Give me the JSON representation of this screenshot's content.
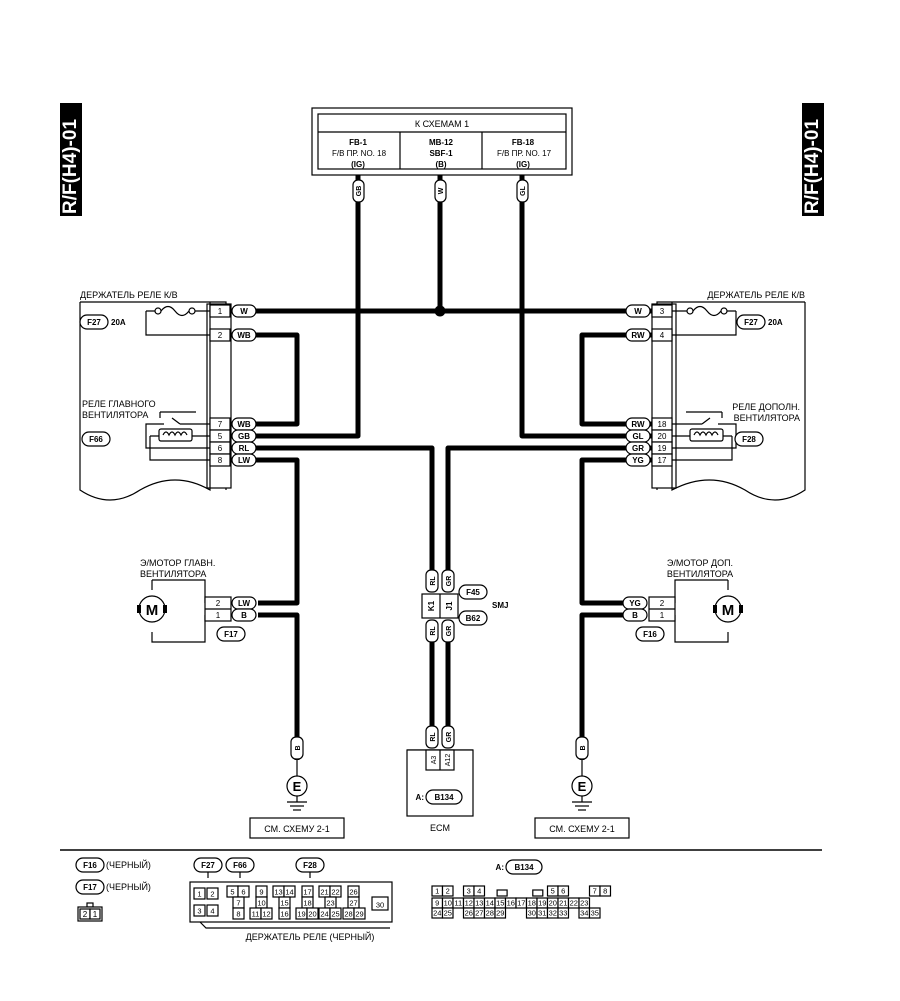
{
  "side_label": "R/F(H4)-01",
  "top_box": {
    "title": "К СХЕМАМ 1",
    "cols": [
      {
        "line1": "FB-1",
        "line2": "F/B  ПР.  NO. 18",
        "line3": "(IG)",
        "wire": "GB"
      },
      {
        "line1": "MB-12",
        "line2": "SBF-1",
        "line3": "(B)",
        "wire": "W"
      },
      {
        "line1": "FB-18",
        "line2": "F/B  ПР.  NO. 17",
        "line3": "(IG)",
        "wire": "GL"
      }
    ]
  },
  "left_holder": {
    "title": "ДЕРЖАТЕЛЬ РЕЛЕ К/В",
    "fuse": "F27",
    "fuse_rating": "20A",
    "relay_label1": "РЕЛЕ ГЛАВНОГО",
    "relay_label2": "ВЕНТИЛЯТОРА",
    "relay_conn": "F66",
    "pins": [
      {
        "pin": "1",
        "wire": "W"
      },
      {
        "pin": "2",
        "wire": "WB"
      },
      {
        "pin": "7",
        "wire": "WB"
      },
      {
        "pin": "5",
        "wire": "GB"
      },
      {
        "pin": "6",
        "wire": "RL"
      },
      {
        "pin": "8",
        "wire": "LW"
      }
    ]
  },
  "right_holder": {
    "title": "ДЕРЖАТЕЛЬ РЕЛЕ К/В",
    "fuse": "F27",
    "fuse_rating": "20A",
    "relay_label1": "РЕЛЕ ДОПОЛН.",
    "relay_label2": "ВЕНТИЛЯТОРА",
    "relay_conn": "F28",
    "pins": [
      {
        "pin": "3",
        "wire": "W"
      },
      {
        "pin": "4",
        "wire": "RW"
      },
      {
        "pin": "18",
        "wire": "RW"
      },
      {
        "pin": "20",
        "wire": "GL"
      },
      {
        "pin": "19",
        "wire": "GR"
      },
      {
        "pin": "17",
        "wire": "YG"
      }
    ]
  },
  "left_motor": {
    "label1": "Э/МОТОР ГЛАВН.",
    "label2": "ВЕНТИЛЯТОРА",
    "conn": "F17",
    "symbol": "M",
    "pins": [
      {
        "pin": "2",
        "wire": "LW"
      },
      {
        "pin": "1",
        "wire": "B"
      }
    ]
  },
  "right_motor": {
    "label1": "Э/МОТОР ДОП.",
    "label2": "ВЕНТИЛЯТОРА",
    "conn": "F16",
    "symbol": "M",
    "pins": [
      {
        "pin": "2",
        "wire": "YG"
      },
      {
        "pin": "1",
        "wire": "B"
      }
    ]
  },
  "smj": {
    "label": "SMJ",
    "conn_top": "F45",
    "conn_bottom": "B62",
    "top_wires": [
      "RL",
      "GR"
    ],
    "pins": [
      "K1",
      "J1"
    ],
    "bottom_wires": [
      "RL",
      "GR"
    ]
  },
  "ecm": {
    "label": "ECM",
    "conn_prefix": "A:",
    "conn": "B134",
    "wires": [
      "RL",
      "GR"
    ],
    "pins": [
      "A3",
      "A12"
    ]
  },
  "grounds": {
    "left": {
      "wire": "B",
      "symbol": "E",
      "ref": "СМ. СХЕМУ 2-1"
    },
    "right": {
      "wire": "B",
      "symbol": "E",
      "ref": "СМ. СХЕМУ 2-1"
    }
  },
  "legend": {
    "f16": {
      "code": "F16",
      "desc": "(ЧЕРНЫЙ)"
    },
    "f17": {
      "code": "F17",
      "desc": "(ЧЕРНЫЙ)"
    },
    "small_conn_pins": [
      "2",
      "1"
    ],
    "holder_codes": [
      "F27",
      "F66",
      "F28"
    ],
    "holder_desc": "ДЕРЖАТЕЛЬ РЕЛЕ (ЧЕРНЫЙ)",
    "holder_pins": [
      "1",
      "2",
      "3",
      "4",
      "5",
      "6",
      "7",
      "8",
      "9",
      "10",
      "11",
      "12",
      "13",
      "14",
      "15",
      "16",
      "17",
      "18",
      "19",
      "20",
      "21",
      "22",
      "23",
      "24",
      "25",
      "26",
      "27",
      "28",
      "29",
      "30"
    ],
    "ecm_prefix": "A:",
    "ecm_code": "B134",
    "ecm_rows": [
      [
        "1",
        "2",
        "3",
        "4",
        "5",
        "6",
        "7",
        "8"
      ],
      [
        "9",
        "10",
        "11",
        "12",
        "13",
        "14",
        "15",
        "16",
        "17",
        "18",
        "19",
        "20",
        "21",
        "22",
        "23"
      ],
      [
        "24",
        "25",
        "26",
        "27",
        "28",
        "29",
        "30",
        "31",
        "32",
        "33",
        "34",
        "35"
      ]
    ]
  }
}
